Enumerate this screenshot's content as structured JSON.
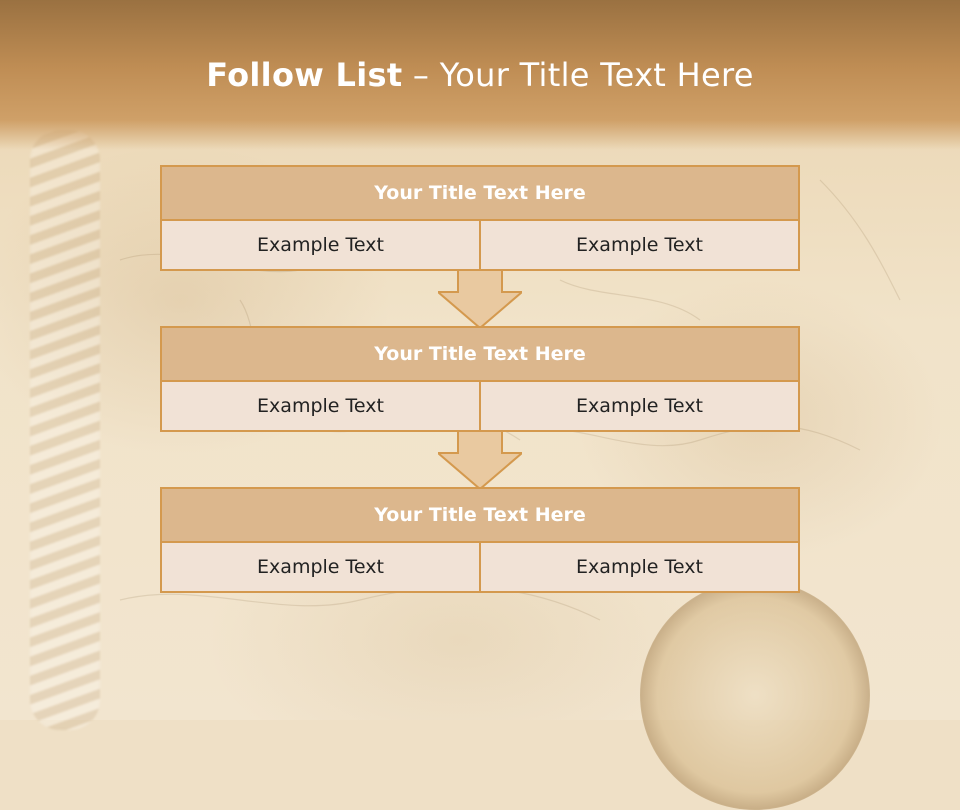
{
  "slide": {
    "title_bold": "Follow List",
    "title_rest": " – Your Title Text Here"
  },
  "blocks": [
    {
      "title": "Your Title Text Here",
      "left": "Example Text",
      "right": "Example Text"
    },
    {
      "title": "Your Title Text Here",
      "left": "Example Text",
      "right": "Example Text"
    },
    {
      "title": "Your Title Text Here",
      "left": "Example Text",
      "right": "Example Text"
    }
  ],
  "colors": {
    "header": "#bf8d54",
    "title_fill": "#dcb78d",
    "border": "#d4994e",
    "cell_fill": "#f1e2d6",
    "arrow_fill": "#e9c9a0"
  }
}
